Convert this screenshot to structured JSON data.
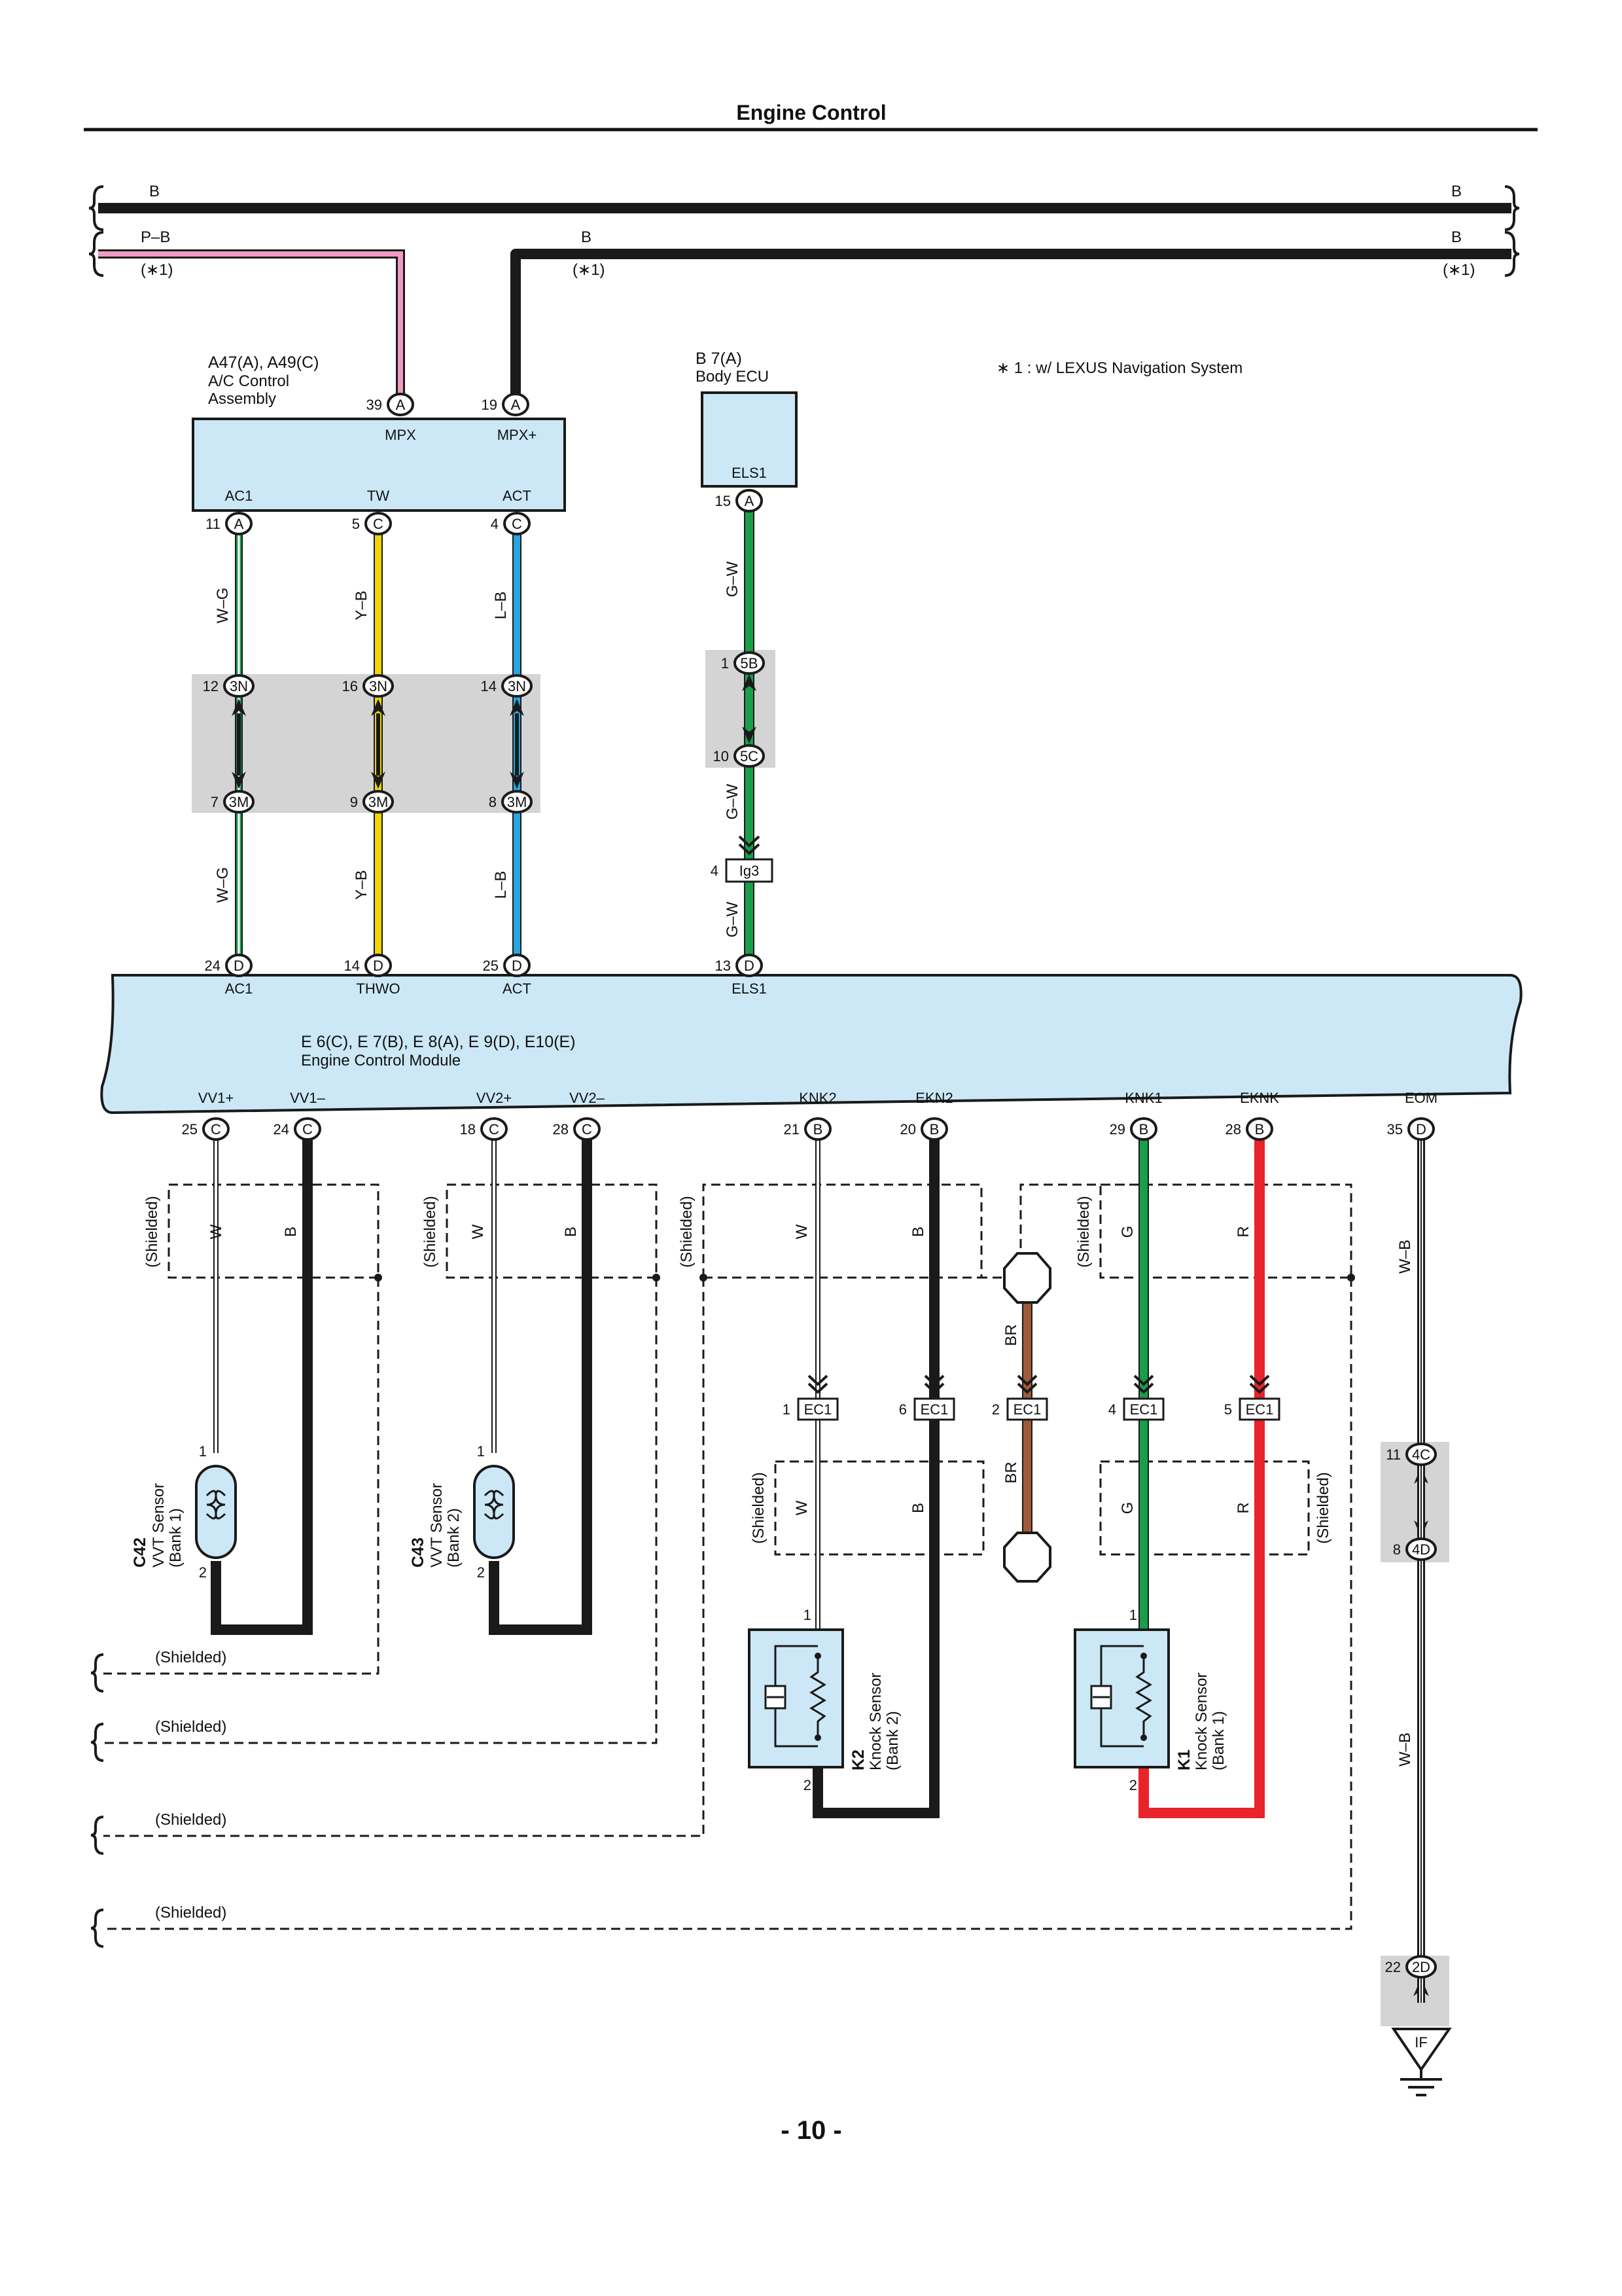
{
  "page": {
    "title": "Engine Control",
    "page_number": "- 10 -",
    "footnote": "∗ 1 : w/ LEXUS Navigation System"
  },
  "buses": {
    "top_left": "B",
    "top_right": "B",
    "pb_label": "P–B",
    "b2_mid": "B",
    "b2_right": "B",
    "note_left": "(∗1)",
    "note_mid": "(∗1)",
    "note_right": "(∗1)"
  },
  "ac_assembly": {
    "code": "A47(A), A49(C)",
    "name_line1": "A/C Control",
    "name_line2": "Assembly",
    "pins": [
      {
        "name": "MPX",
        "pin": "39",
        "conn": "A"
      },
      {
        "name": "MPX+",
        "pin": "19",
        "conn": "A"
      },
      {
        "name": "AC1",
        "pin": "11",
        "conn": "A"
      },
      {
        "name": "TW",
        "pin": "5",
        "conn": "C"
      },
      {
        "name": "ACT",
        "pin": "4",
        "conn": "C"
      }
    ]
  },
  "body_ecu": {
    "code": "B 7(A)",
    "name": "Body ECU",
    "pin_name": "ELS1",
    "pin": "15",
    "conn": "A"
  },
  "wire_colors": {
    "wg": "W–G",
    "yb": "Y–B",
    "lb": "L–B",
    "gw": "G–W",
    "w": "W",
    "b": "B",
    "g": "G",
    "r": "R",
    "br": "BR",
    "wb": "W–B"
  },
  "junctions": {
    "j3n": [
      {
        "pin": "12",
        "conn": "3N"
      },
      {
        "pin": "16",
        "conn": "3N"
      },
      {
        "pin": "14",
        "conn": "3N"
      }
    ],
    "j3m": [
      {
        "pin": "7",
        "conn": "3M"
      },
      {
        "pin": "9",
        "conn": "3M"
      },
      {
        "pin": "8",
        "conn": "3M"
      }
    ],
    "j5b": {
      "pin": "1",
      "conn": "5B"
    },
    "j5c": {
      "pin": "10",
      "conn": "5C"
    },
    "ig3": {
      "pin": "4",
      "conn": "Ig3"
    },
    "j4c": {
      "pin": "11",
      "conn": "4C"
    },
    "j4d": {
      "pin": "8",
      "conn": "4D"
    },
    "j2d": {
      "pin": "22",
      "conn": "2D"
    },
    "ground": "IF"
  },
  "ecm": {
    "code": "E 6(C), E 7(B), E 8(A), E 9(D), E10(E)",
    "name": "Engine Control Module",
    "top_pins": [
      {
        "name": "AC1",
        "pin": "24",
        "conn": "D"
      },
      {
        "name": "THWO",
        "pin": "14",
        "conn": "D"
      },
      {
        "name": "ACT",
        "pin": "25",
        "conn": "D"
      },
      {
        "name": "ELS1",
        "pin": "13",
        "conn": "D"
      }
    ],
    "bottom_pins": [
      {
        "name": "VV1+",
        "pin": "25",
        "conn": "C"
      },
      {
        "name": "VV1–",
        "pin": "24",
        "conn": "C"
      },
      {
        "name": "VV2+",
        "pin": "18",
        "conn": "C"
      },
      {
        "name": "VV2–",
        "pin": "28",
        "conn": "C"
      },
      {
        "name": "KNK2",
        "pin": "21",
        "conn": "B"
      },
      {
        "name": "EKN2",
        "pin": "20",
        "conn": "B"
      },
      {
        "name": "KNK1",
        "pin": "29",
        "conn": "B"
      },
      {
        "name": "EKNK",
        "pin": "28",
        "conn": "B"
      },
      {
        "name": "EOM",
        "pin": "35",
        "conn": "D"
      }
    ]
  },
  "ec1": [
    {
      "pin": "1",
      "conn": "EC1"
    },
    {
      "pin": "6",
      "conn": "EC1"
    },
    {
      "pin": "2",
      "conn": "EC1"
    },
    {
      "pin": "4",
      "conn": "EC1"
    },
    {
      "pin": "5",
      "conn": "EC1"
    }
  ],
  "shielded": "(Shielded)",
  "sensors": {
    "c42": {
      "code": "C42",
      "line1": "VVT Sensor",
      "line2": "(Bank 1)",
      "pin1": "1",
      "pin2": "2"
    },
    "c43": {
      "code": "C43",
      "line1": "VVT Sensor",
      "line2": "(Bank 2)",
      "pin1": "1",
      "pin2": "2"
    },
    "k2": {
      "code": "K2",
      "line1": "Knock Sensor",
      "line2": "(Bank 2)",
      "pin1": "1",
      "pin2": "2"
    },
    "k1": {
      "code": "K1",
      "line1": "Knock Sensor",
      "line2": "(Bank 1)",
      "pin1": "1",
      "pin2": "2"
    }
  },
  "colors": {
    "ecm_fill": "#cce8f7",
    "junction_fill": "#d4d4d4",
    "pink": "#ee9ac4",
    "green": "#1a9e4a",
    "yellow": "#f2d400",
    "blue": "#25a6e0",
    "brown": "#a05a3a",
    "red": "#e8232a",
    "black": "#1a1a1a"
  }
}
